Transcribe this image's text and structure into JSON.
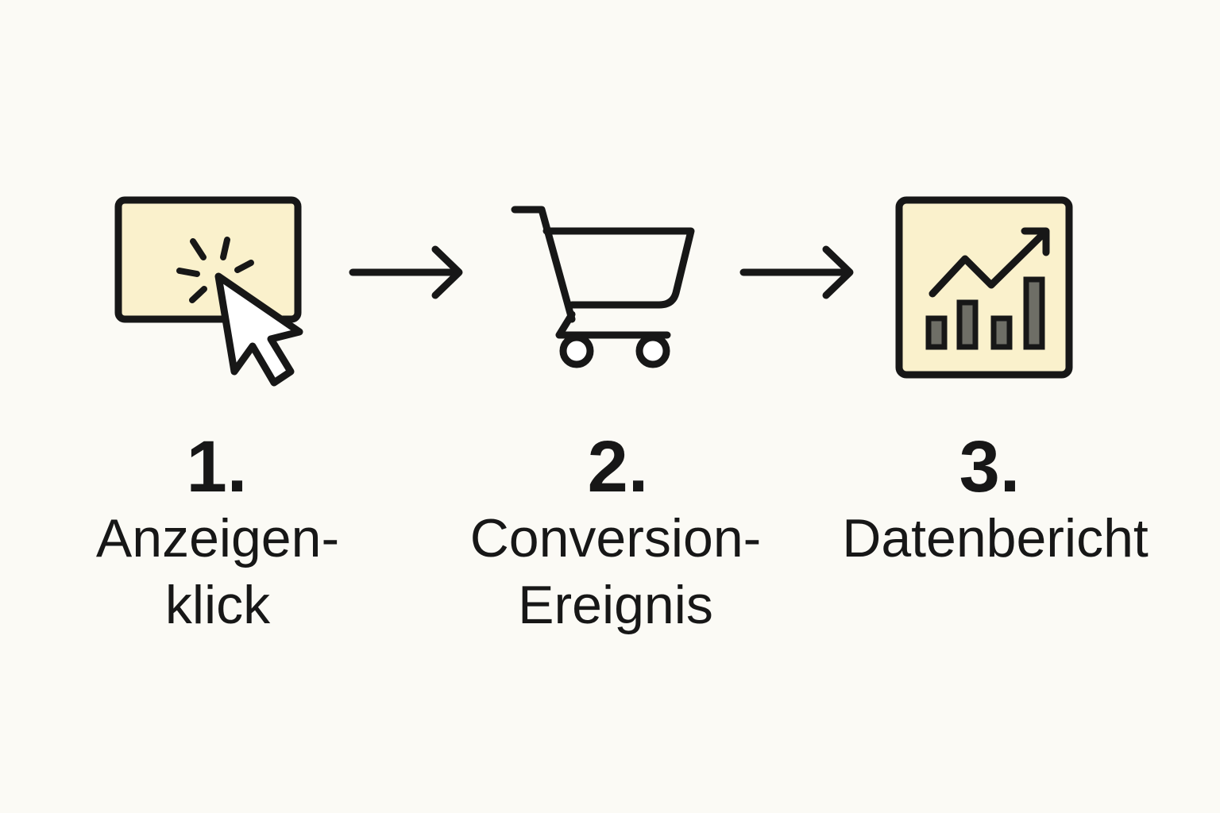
{
  "colors": {
    "background": "#FBFAF5",
    "ink": "#171717",
    "fill": "#FAF1CC",
    "bar_fill": "#6E6E66"
  },
  "steps": [
    {
      "number": "1.",
      "label_lines": [
        "Anzeigen-",
        "klick"
      ],
      "icon": "click-icon"
    },
    {
      "number": "2.",
      "label_lines": [
        "Conversion-",
        "Ereignis"
      ],
      "icon": "shopping-cart-icon"
    },
    {
      "number": "3.",
      "label_lines": [
        "Datenbericht"
      ],
      "icon": "report-chart-icon"
    }
  ],
  "connectors": [
    "arrow-right-icon",
    "arrow-right-icon"
  ]
}
